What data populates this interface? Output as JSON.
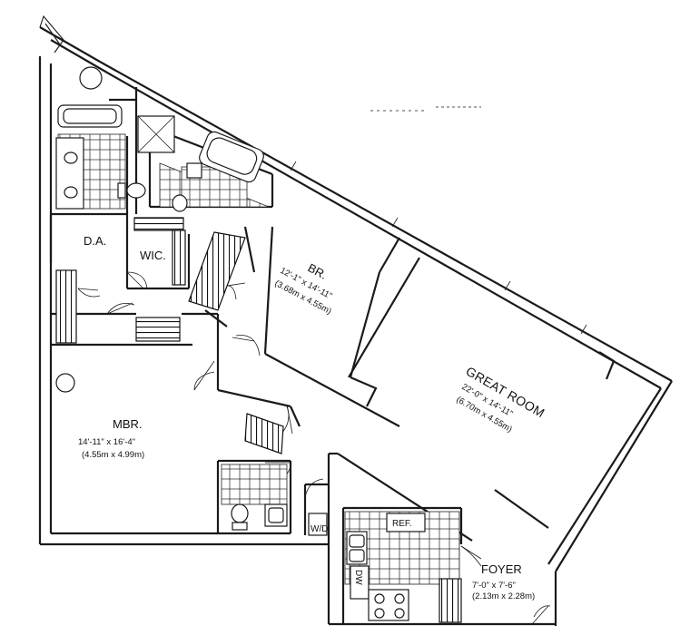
{
  "rooms": {
    "great_room": {
      "name": "GREAT ROOM",
      "dim_imperial": "22'-0\" x 14'-11\"",
      "dim_metric": "(6.70m x 4.55m)"
    },
    "br": {
      "name": "BR.",
      "dim_imperial": "12'-1\" x 14'-11\"",
      "dim_metric": "(3.68m x 4.55m)"
    },
    "mbr": {
      "name": "MBR.",
      "dim_imperial": "14'-11\" x 16'-4\"",
      "dim_metric": "(4.55m x 4.99m)"
    },
    "foyer": {
      "name": "FOYER",
      "dim_imperial": "7'-0\" x 7'-6\"",
      "dim_metric": "(2.13m x 2.28m)"
    },
    "da": {
      "name": "D.A."
    },
    "wic": {
      "name": "WIC."
    }
  },
  "fixtures": {
    "ref": "REF.",
    "dw": "DW",
    "wd": "W/D"
  }
}
